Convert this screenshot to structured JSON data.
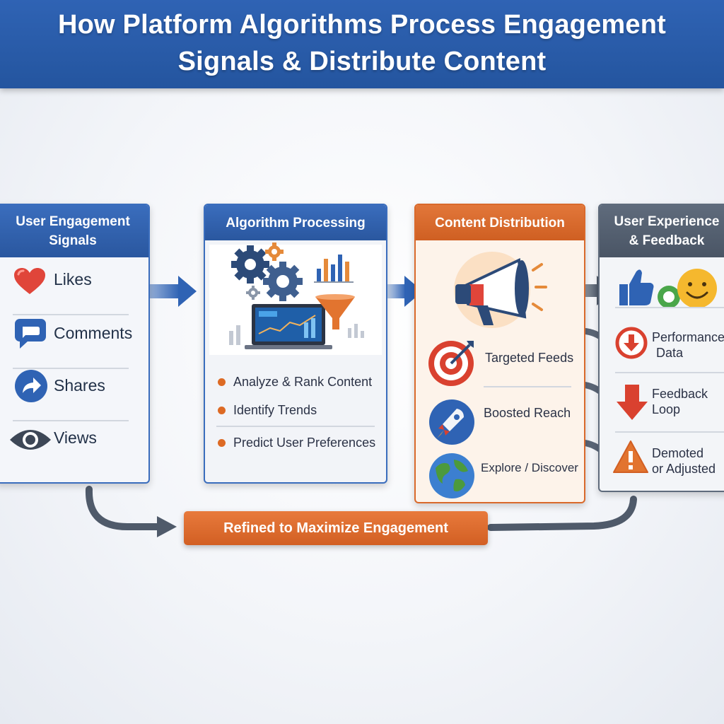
{
  "title": {
    "line1": "How Platform Algorithms Process Engagement",
    "line2": "Signals & Distribute Content"
  },
  "panels": {
    "signals": {
      "heading_line1": "User Engagement",
      "heading_line2": "Signals",
      "items": [
        {
          "label": "Likes",
          "icon": "heart-icon"
        },
        {
          "label": "Comments",
          "icon": "comment-icon"
        },
        {
          "label": "Shares",
          "icon": "share-icon"
        },
        {
          "label": "Views",
          "icon": "eye-icon"
        }
      ]
    },
    "processing": {
      "heading": "Algorithm Processing",
      "illustration": "gears-laptop-funnel-illustration",
      "bullets": [
        "Analyze & Rank Content",
        "Identify Trends",
        "Predict User Preferences"
      ]
    },
    "distribution": {
      "heading": "Content Distribution",
      "illustration": "megaphone-icon",
      "items": [
        {
          "label": "Targeted Feeds",
          "icon": "target-icon"
        },
        {
          "label": "Boosted Reach",
          "icon": "rocket-icon"
        },
        {
          "label": "Explore / Discover",
          "icon": "globe-icon"
        }
      ]
    },
    "feedback": {
      "heading_line1": "User Experience",
      "heading_line2": "& Feedback",
      "illustration": "thumbs-up-smiley-icon",
      "items": [
        {
          "line1": "Performance",
          "line2": "Data",
          "icon": "down-circle-icon"
        },
        {
          "line1": "Feedback",
          "line2": "Loop",
          "icon": "down-arrow-icon"
        },
        {
          "line1": "Demoted",
          "line2": "or Adjusted",
          "icon": "warning-icon"
        }
      ]
    }
  },
  "loop_label": "Refined to Maximize Engagement",
  "colors": {
    "banner": "#2a5aa8",
    "accent_orange": "#dd6a24",
    "blue": "#2f63b4",
    "gray": "#4f5a6a"
  }
}
